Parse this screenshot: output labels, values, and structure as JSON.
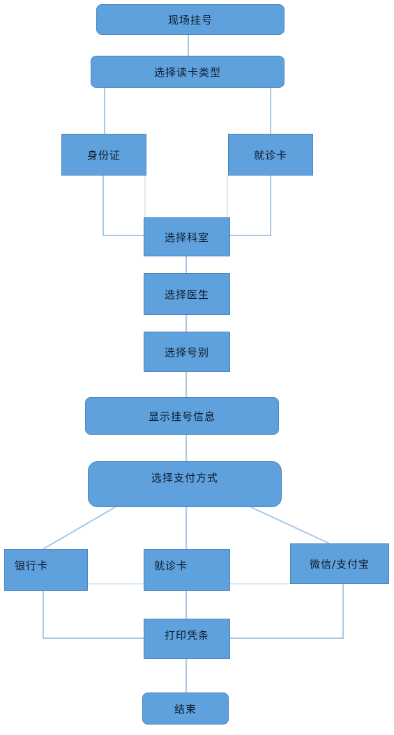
{
  "nodes": {
    "start": "现场挂号",
    "select_card_type": "选择读卡类型",
    "id_card": "身份证",
    "visit_card_1": "就诊卡",
    "select_department": "选择科室",
    "select_doctor": "选择医生",
    "select_ticket_type": "选择号别",
    "show_info": "显示挂号信息",
    "select_payment": "选择支付方式",
    "bank_card": "银行卡",
    "visit_card_2": "就诊卡",
    "wechat_alipay": "微信/支付宝",
    "print_receipt": "打印凭条",
    "end": "结束"
  },
  "colors": {
    "node_fill": "#5ea1dc",
    "node_border": "#4a86c0",
    "connector": "#a9c8e8"
  }
}
